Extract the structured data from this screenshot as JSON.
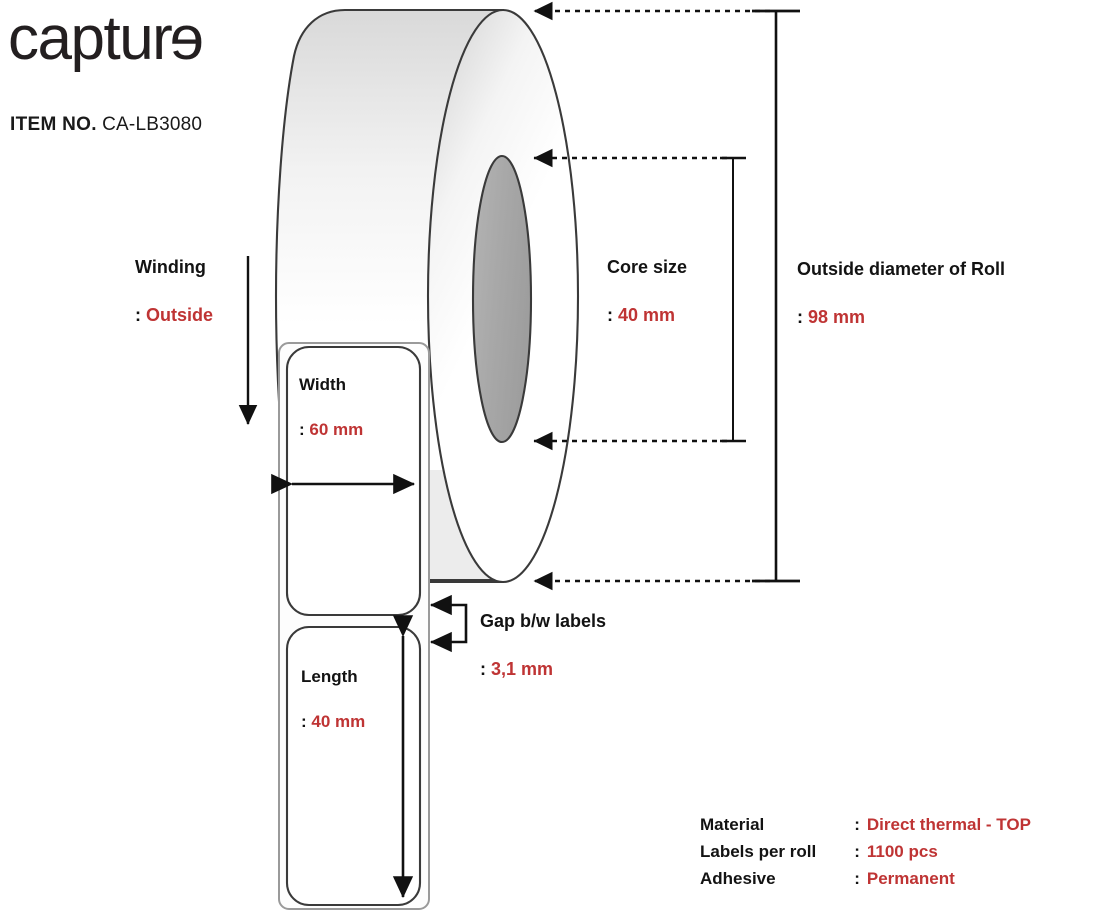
{
  "document": {
    "type": "label-roll-specification-diagram",
    "brand": "capture",
    "item_label": "ITEM NO.",
    "item_number": "CA-LB3080"
  },
  "colors": {
    "value_red": "#bf3434",
    "text_black": "#131313",
    "core_gray": "#a8a8a8",
    "outline": "#3a3a3a"
  },
  "callouts": {
    "winding": {
      "title": "Winding",
      "colon": ":",
      "value": "Outside"
    },
    "width": {
      "title": "Width",
      "colon": ":",
      "value": "60 mm"
    },
    "length": {
      "title": "Length",
      "colon": ":",
      "value": "40 mm"
    },
    "core_size": {
      "title": "Core size",
      "colon": ":",
      "value": "40 mm"
    },
    "outside_diameter": {
      "title": "Outside diameter of Roll",
      "colon": ":",
      "value": "98 mm"
    },
    "gap": {
      "title": "Gap b/w labels",
      "colon": ":",
      "value": "3,1 mm"
    }
  },
  "specs": [
    {
      "key": "Material",
      "colon": ":",
      "value": "Direct thermal - TOP"
    },
    {
      "key": "Labels per roll",
      "colon": ":",
      "value": "1100 pcs"
    },
    {
      "key": "Adhesive",
      "colon": ":",
      "value": "Permanent"
    }
  ]
}
